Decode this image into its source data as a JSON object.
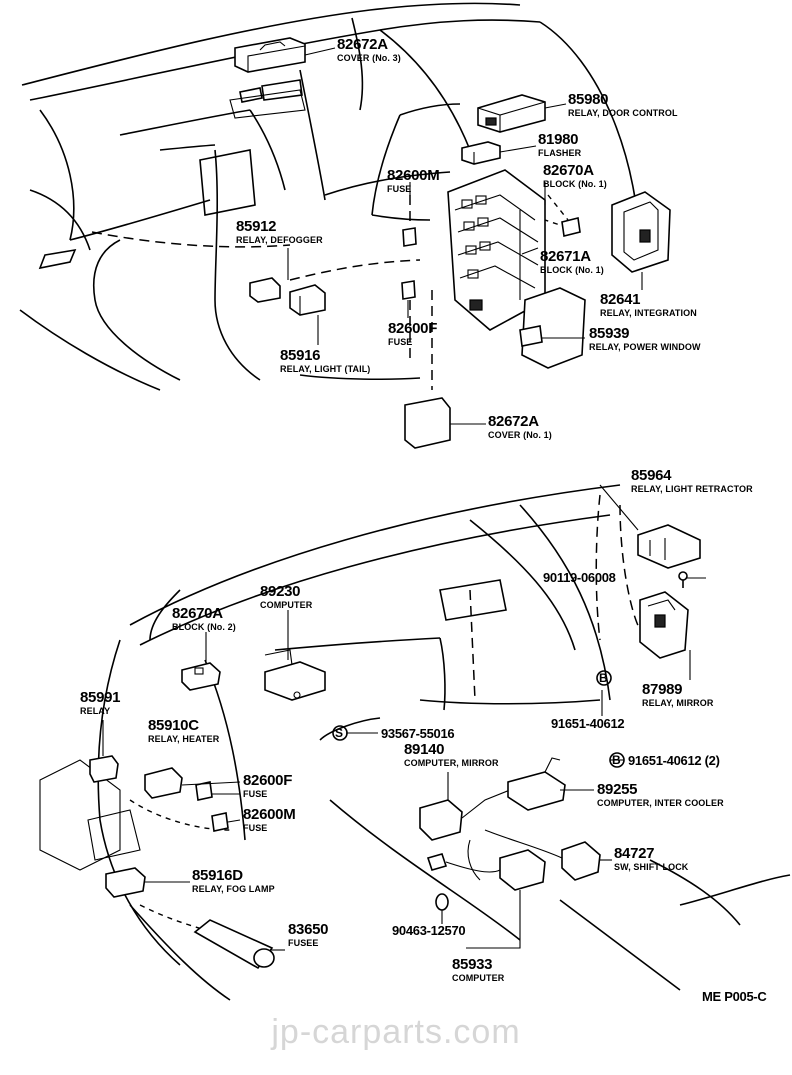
{
  "diagram": {
    "reference_code": "ME P005-C",
    "watermark": "jp-carparts.com",
    "parts": [
      {
        "id": "p1",
        "number": "82672A",
        "description": "COVER (No. 3)"
      },
      {
        "id": "p2",
        "number": "85980",
        "description": "RELAY, DOOR CONTROL"
      },
      {
        "id": "p3",
        "number": "81980",
        "description": "FLASHER"
      },
      {
        "id": "p4",
        "number": "82600M",
        "description": "FUSE"
      },
      {
        "id": "p5",
        "number": "82670A",
        "description": "BLOCK (No. 1)"
      },
      {
        "id": "p6",
        "number": "85912",
        "description": "RELAY, DEFOGGER"
      },
      {
        "id": "p7",
        "number": "82671A",
        "description": "BLOCK (No. 1)"
      },
      {
        "id": "p8",
        "number": "82641",
        "description": "RELAY, INTEGRATION"
      },
      {
        "id": "p9",
        "number": "82600F",
        "description": "FUSE"
      },
      {
        "id": "p10",
        "number": "85939",
        "description": "RELAY, POWER WINDOW"
      },
      {
        "id": "p11",
        "number": "85916",
        "description": "RELAY, LIGHT (TAIL)"
      },
      {
        "id": "p12",
        "number": "82672A",
        "description": "COVER (No. 1)"
      },
      {
        "id": "p13",
        "number": "85964",
        "description": "RELAY, LIGHT RETRACTOR"
      },
      {
        "id": "p14",
        "number": "90119-06008",
        "description": ""
      },
      {
        "id": "p15",
        "number": "89230",
        "description": "COMPUTER"
      },
      {
        "id": "p16",
        "number": "82670A",
        "description": "BLOCK (No. 2)"
      },
      {
        "id": "p17",
        "number": "87989",
        "description": "RELAY, MIRROR"
      },
      {
        "id": "p18",
        "number": "85991",
        "description": "RELAY"
      },
      {
        "id": "p19",
        "number": "91651-40612",
        "description": ""
      },
      {
        "id": "p20",
        "number": "85910C",
        "description": "RELAY, HEATER"
      },
      {
        "id": "p21",
        "number": "93567-55016",
        "description": ""
      },
      {
        "id": "p22",
        "number": "89140",
        "description": "COMPUTER, MIRROR"
      },
      {
        "id": "p23",
        "number": "91651-40612 (2)",
        "description": ""
      },
      {
        "id": "p24",
        "number": "82600F",
        "description": "FUSE"
      },
      {
        "id": "p25",
        "number": "89255",
        "description": "COMPUTER, INTER COOLER"
      },
      {
        "id": "p26",
        "number": "82600M",
        "description": "FUSE"
      },
      {
        "id": "p27",
        "number": "84727",
        "description": "SW, SHIFT LOCK"
      },
      {
        "id": "p28",
        "number": "85916D",
        "description": "RELAY, FOG LAMP"
      },
      {
        "id": "p29",
        "number": "83650",
        "description": "FUSEE"
      },
      {
        "id": "p30",
        "number": "90463-12570",
        "description": ""
      },
      {
        "id": "p31",
        "number": "85933",
        "description": "COMPUTER"
      }
    ],
    "ref_marks": {
      "b1": "B",
      "b2": "B",
      "s1": "S"
    }
  }
}
